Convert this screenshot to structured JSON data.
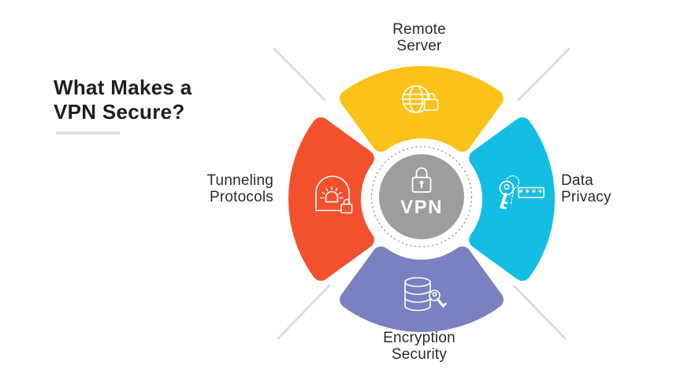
{
  "title": {
    "text": "What Makes a\nVPN Secure?"
  },
  "center": {
    "label": "VPN",
    "icon": "padlock-icon",
    "circle_color": "#9d9da0",
    "ring_color": "#9d9da0"
  },
  "segments": [
    {
      "position": "top",
      "label": "Remote\nServer",
      "color": "#fbc319",
      "icon": "globe-lock-icon"
    },
    {
      "position": "right",
      "label": "Data\nPrivacy",
      "color": "#14bde4",
      "icon": "keys-password-icon",
      "mask": "****"
    },
    {
      "position": "bottom",
      "label": "Encryption\nSecurity",
      "color": "#7b80c1",
      "icon": "database-key-icon"
    },
    {
      "position": "left",
      "label": "Tunneling\nProtocols",
      "color": "#f3512d",
      "icon": "tunnel-lock-icon"
    }
  ],
  "decor": {
    "corner_line_color": "#d9d9d9"
  }
}
